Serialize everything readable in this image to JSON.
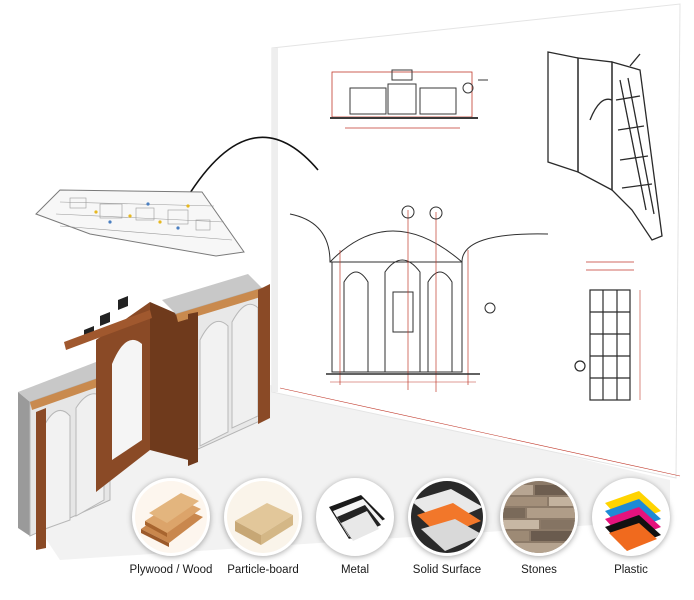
{
  "materials": [
    {
      "label": "Plywood / Wood",
      "icon": "plywood-icon"
    },
    {
      "label": "Particle-board",
      "icon": "particle-board-icon"
    },
    {
      "label": "Metal",
      "icon": "metal-sheets-icon"
    },
    {
      "label": "Solid Surface",
      "icon": "solid-surface-icon"
    },
    {
      "label": "Stones",
      "icon": "stone-wall-icon"
    },
    {
      "label": "Plastic",
      "icon": "plastic-sheets-icon"
    }
  ],
  "colors": {
    "wood": "#8a4a26",
    "wood_dark": "#5c2e14",
    "panel": "#d9d9d9",
    "drawing_line": "#3a3a3a",
    "dimension_red": "#c0392b"
  }
}
